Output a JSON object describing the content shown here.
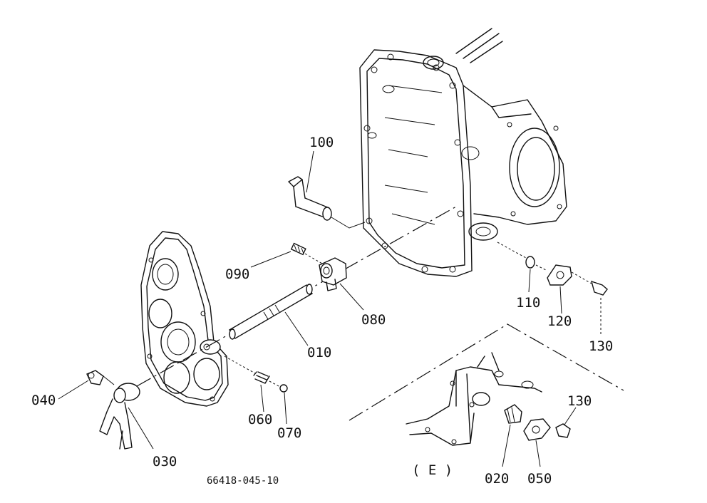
{
  "diagram": {
    "drawing_code": "66418-045-10",
    "view_label": "( E )",
    "parts": [
      {
        "id": "p100",
        "label": "100"
      },
      {
        "id": "p090",
        "label": "090"
      },
      {
        "id": "p080",
        "label": "080"
      },
      {
        "id": "p010",
        "label": "010"
      },
      {
        "id": "p110",
        "label": "110"
      },
      {
        "id": "p120",
        "label": "120"
      },
      {
        "id": "p130a",
        "label": "130"
      },
      {
        "id": "p040",
        "label": "040"
      },
      {
        "id": "p030",
        "label": "030"
      },
      {
        "id": "p060",
        "label": "060"
      },
      {
        "id": "p070",
        "label": "070"
      },
      {
        "id": "p130b",
        "label": "130"
      },
      {
        "id": "p020",
        "label": "020"
      },
      {
        "id": "p050",
        "label": "050"
      }
    ]
  }
}
